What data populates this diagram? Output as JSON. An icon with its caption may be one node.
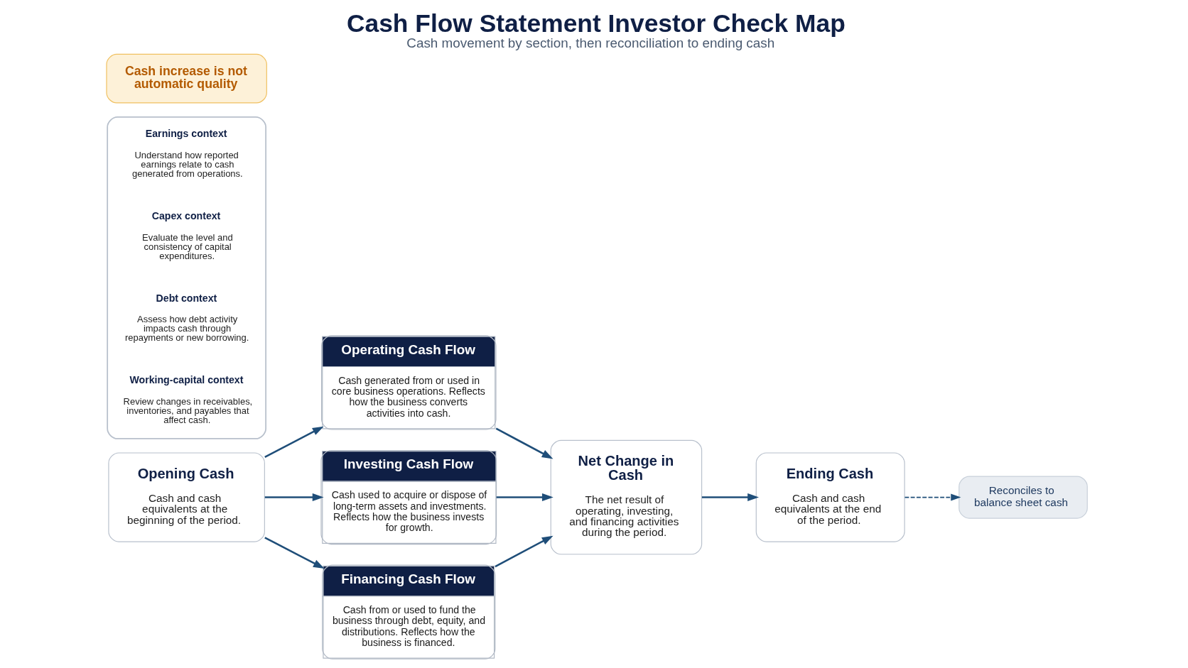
{
  "diagram": {
    "title": "Cash Flow Statement Investor Check Map",
    "caption": "Cash movement by section, then reconciliation to ending cash",
    "nodes": [
      {
        "text": [
          "Opening Cash",
          "Cash and cash equivalents at the beginning of the period."
        ]
      },
      {
        "text": [
          "Operating Cash Flow",
          "Cash generated from or used in core business operations. Reflects how the business converts activities into cash."
        ]
      },
      {
        "text": [
          "Investing Cash Flow",
          "Cash used to acquire or dispose of long-term assets and investments. Reflects how the business invests for growth."
        ]
      },
      {
        "text": [
          "Financing Cash Flow",
          "Cash from or used to fund the business through debt, equity, and distributions. Reflects how the business is financed."
        ]
      },
      {
        "text": [
          "Net Change in Cash",
          "The net result of operating, investing, and financing activities during the period."
        ]
      },
      {
        "text": [
          "Ending Cash",
          "Cash and cash equivalents at the end of the period."
        ]
      },
      {
        "text": [
          "Reconciles to balance sheet cash"
        ]
      },
      {
        "text": [],
        "shape": "box"
      },
      {
        "text": [
          "Earnings context",
          "Understand how reported earnings relate to cash generated from operations."
        ],
        "in": 7
      },
      {
        "text": [
          "Capex context",
          "Evaluate the level and consistency of capital expenditures."
        ],
        "in": 7
      },
      {
        "text": [
          "Debt context",
          "Assess how debt activity impacts cash through repayments or new borrowing."
        ],
        "in": 7
      },
      {
        "text": [
          "Working-capital context",
          "Review changes in receivables, inventories, and payables that affect cash."
        ],
        "in": 7
      },
      {
        "text": [
          "Cash increase is not automatic quality"
        ]
      }
    ],
    "edges": [
      {
        "from": 0,
        "to": 1,
        "arrow": "to"
      },
      {
        "from": 0,
        "to": 2,
        "arrow": "to"
      },
      {
        "from": 0,
        "to": 3,
        "arrow": "to"
      },
      {
        "from": 1,
        "to": 4,
        "arrow": "to"
      },
      {
        "from": 2,
        "to": 4,
        "arrow": "to"
      },
      {
        "from": 3,
        "to": 4,
        "arrow": "to"
      },
      {
        "from": 4,
        "to": 5,
        "arrow": "to"
      },
      {
        "from": 5,
        "to": 6,
        "arrow": "to",
        "style": "dashed"
      }
    ]
  }
}
